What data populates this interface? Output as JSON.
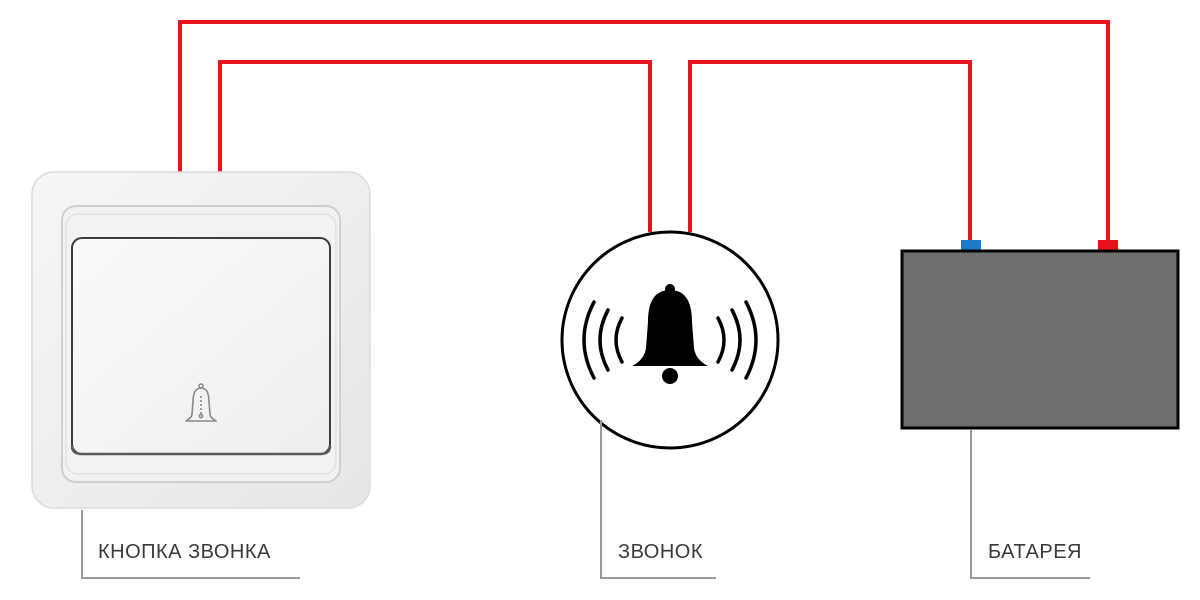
{
  "labels": {
    "button": "КНОПКА ЗВОНКА",
    "bell": "ЗВОНОК",
    "battery": "БАТАРЕЯ"
  },
  "colors": {
    "wire": "#e8141b",
    "terminal_negative": "#1f78c8",
    "terminal_positive": "#e8141b",
    "battery_body": "#6e6e6e",
    "leader_line": "#9a9a9a"
  },
  "icons": {
    "button_icon": "bell-outline-icon",
    "bell_icon": "bell-ringing-icon"
  }
}
